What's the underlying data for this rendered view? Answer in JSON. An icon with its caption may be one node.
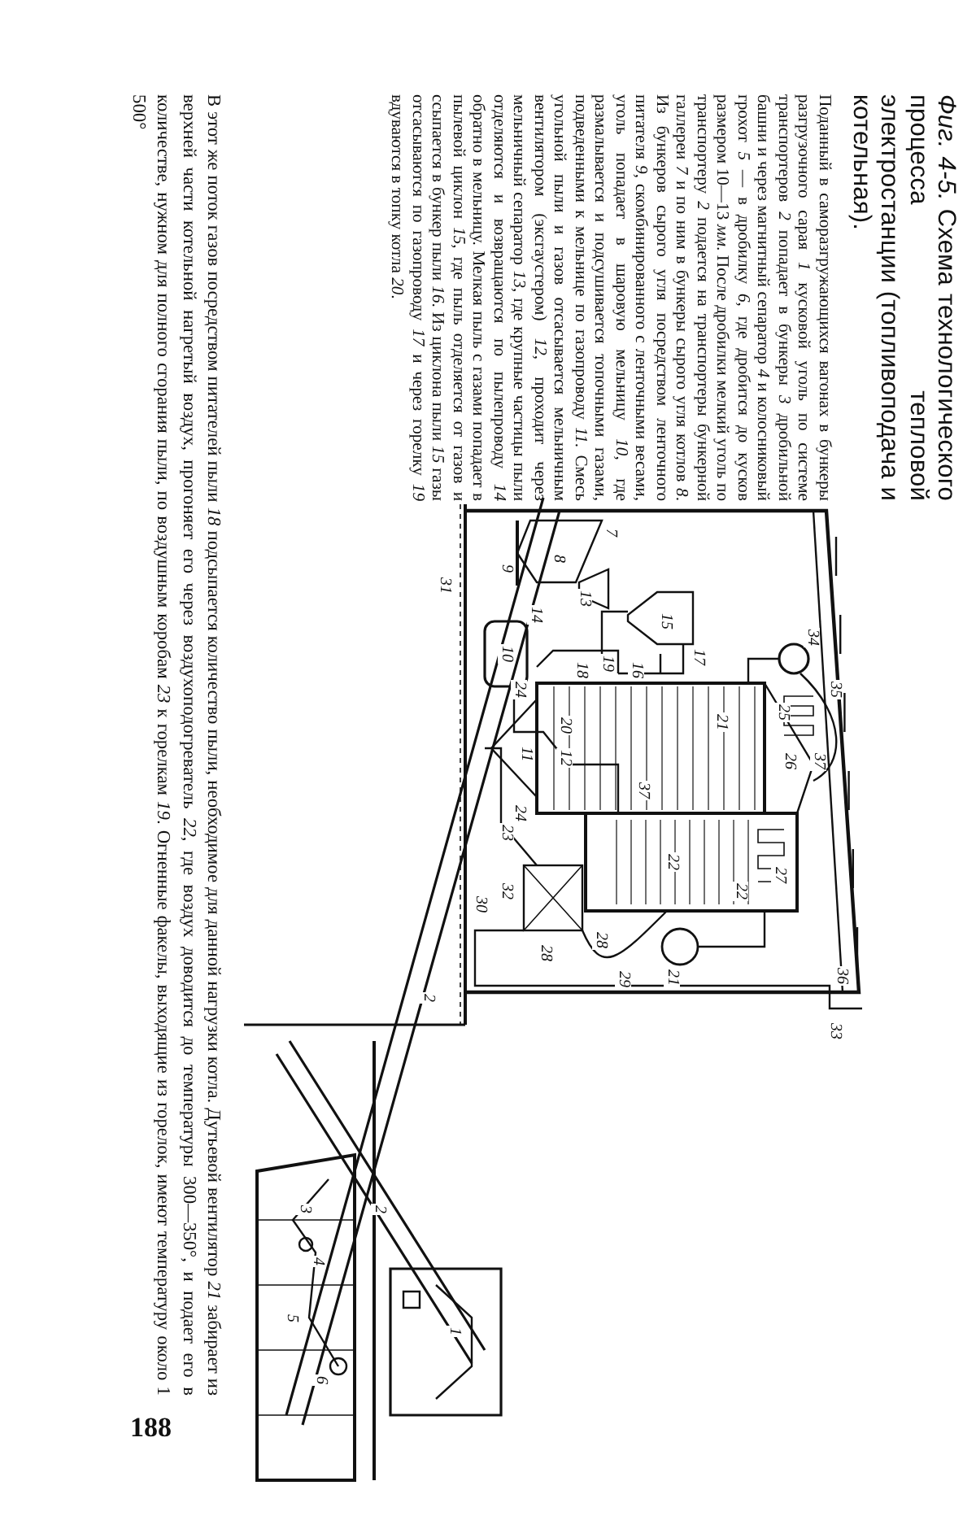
{
  "diagram": {
    "caption": "*Фиг. 4-5.* Схема технологического процесса тепловой электростанции (топливоподача и котельная).",
    "labels": [
      "Поданный в саморазгружающихся вагонах в бункеры разгрузочного сарая *1* кусковой уголь по системе транспортеров *2* попадает в бункеры *3* дробильной башни и через магнитный сепаратор *4* и колосниковый грохот *5* — в дробилку *6*, где дробится до кусков размером 10—13 *мм*. После дробилки мелкий уголь по транспортеру *2* подается на транспортеры бункерной галлереи *7* и по ним в бункеры сырого угля котлов *8*. Из бункеров сырого угля посредством ленточного питателя *9*, скомбинированного с ленточными весами, уголь попадает в шаровую мельницу *10*, где размалывается и подсушивается топочными газами, подведенными к мельнице по газопроводу *11*. Смесь угольной пыли и газов отсасывается мельничным вентилятором (эксгаустером) *12*, проходит через мельничный сепаратор *13*, где крупные частицы пыли отделяются и возвращаются по пылепроводу *14* обратно в мельницу. Мелкая пыль с газами попадает в пылевой циклон *15*, где пыль отделяется от газов и ссыпается в бункер пыли *16*. Из циклона пыли *15* газы отсасываются по газопроводу *17* и через горелку *19* вдуваются в топку котла *20*.",
      "1",
      "2",
      "2",
      "3",
      "4",
      "5",
      "6",
      "7",
      "8",
      "9",
      "10",
      "11",
      "12",
      "13",
      "14",
      "15",
      "16",
      "17",
      "18",
      "19",
      "20",
      "21",
      "21",
      "22",
      "22",
      "23",
      "24",
      "24",
      "25",
      "26",
      "27",
      "28",
      "28",
      "29",
      "30",
      "31",
      "32",
      "33",
      "34",
      "35",
      "36",
      "37",
      "37",
      "В этот же поток газов посредством питателей пыли *18* подсыпается количество пыли, необходимое для данной нагрузки котла. Дутьевой вентилятор *21* забирает из верхней части котельной нагретый воздух, прогоняет его через воздухоподогреватель *22*, где воздух доводится до температуры 300—350°, и подает его в количестве, нужном для полного сгорания пыли, по воздушным коробам *23* к горелкам *19*. Огненные факелы, выходящие из горелок, имеют температуру около 1 500°",
      "188"
    ]
  }
}
